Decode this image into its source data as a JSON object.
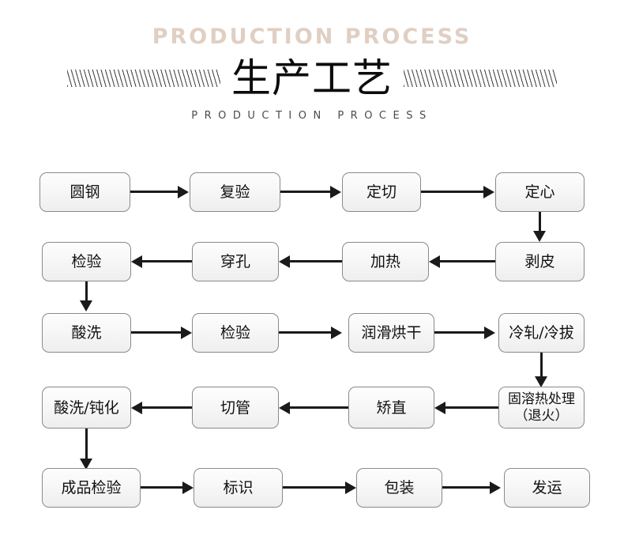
{
  "header": {
    "eyebrow": "PRODUCTION PROCESS",
    "title_cn": "生产工艺",
    "subtitle": "PRODUCTION PROCESS",
    "eyebrow_color": "#e0cfc3",
    "title_color": "#0c0c0c",
    "subtitle_color": "#4a4a4a"
  },
  "flow": {
    "node_border_color": "#8a8a8a",
    "connector_color": "#1a1a1a",
    "rows": [
      {
        "direction": "left-to-right",
        "nodes": [
          {
            "label": "圆钢"
          },
          {
            "label": "复验"
          },
          {
            "label": "定切"
          },
          {
            "label": "定心"
          }
        ]
      },
      {
        "direction": "right-to-left",
        "nodes": [
          {
            "label": "检验"
          },
          {
            "label": "穿孔"
          },
          {
            "label": "加热"
          },
          {
            "label": "剥皮"
          }
        ]
      },
      {
        "direction": "left-to-right",
        "nodes": [
          {
            "label": "酸洗"
          },
          {
            "label": "检验"
          },
          {
            "label": "润滑烘干"
          },
          {
            "label": "冷轧/冷拔"
          }
        ]
      },
      {
        "direction": "right-to-left",
        "nodes": [
          {
            "label": "酸洗/钝化"
          },
          {
            "label": "切管"
          },
          {
            "label": "矫直"
          },
          {
            "label": "固溶热处理\n（退火）"
          }
        ]
      },
      {
        "direction": "left-to-right",
        "nodes": [
          {
            "label": "成品检验"
          },
          {
            "label": "标识"
          },
          {
            "label": "包装"
          },
          {
            "label": "发运"
          }
        ]
      }
    ]
  }
}
